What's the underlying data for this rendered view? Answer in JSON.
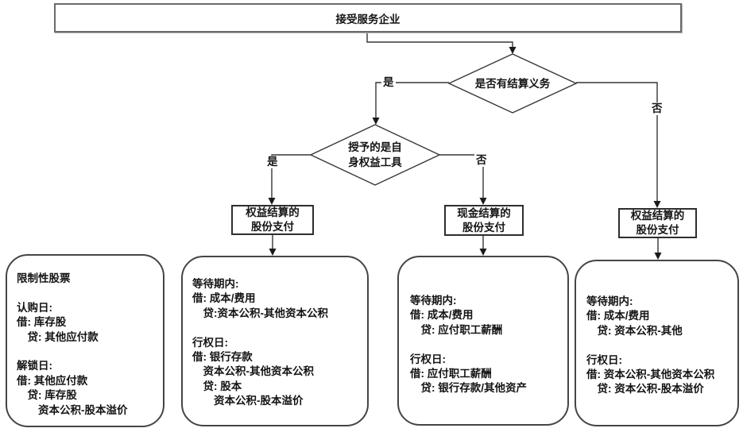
{
  "nodes": {
    "root": "接受服务企业",
    "decision1": "是否有结算义务",
    "decision2_line1": "授予的是自",
    "decision2_line2": "身权益工具",
    "box_equity_left": {
      "line1": "权益结算的",
      "line2": "股份支付"
    },
    "box_cash": {
      "line1": "现金结算的",
      "line2": "股份支付"
    },
    "box_equity_right": {
      "line1": "权益结算的",
      "line2": "股份支付"
    }
  },
  "edge_labels": {
    "yes1": "是",
    "no1": "否",
    "yes2": "是",
    "no2": "否"
  },
  "cards": {
    "restricted_stock": {
      "lines": [
        "限制性股票",
        "",
        "认购日:",
        "借: 库存股",
        "　贷: 其他应付款",
        "",
        "解锁日:",
        "借: 其他应付款",
        "　贷: 库存股",
        "　　资本公积-股本溢价"
      ]
    },
    "equity_settled": {
      "lines": [
        "等待期内:",
        "借: 成本/费用",
        "　贷:资本公积-其他资本公积",
        "",
        "行权日:",
        "借: 银行存款",
        "　资本公积-其他资本公积",
        "　贷: 股本",
        "　　资本公积-股本溢价"
      ]
    },
    "cash_settled": {
      "lines": [
        "等待期内:",
        "借: 成本/费用",
        "　贷: 应付职工薪酬",
        "",
        "行权日:",
        "借: 应付职工薪酬",
        "　贷: 银行存款/其他资产"
      ]
    },
    "equity_settled_no_obligation": {
      "lines": [
        "等待期内:",
        "借: 成本/费用",
        "　贷: 资本公积-其他",
        "",
        "行权日:",
        "借: 资本公积-其他资本公积",
        "　贷: 资本公积-股本溢价"
      ]
    }
  },
  "colors": {
    "line": "#363636",
    "arrow": "#1a1a1a",
    "border": "#2e2e2e",
    "background": "#ffffff",
    "text": "#141414"
  }
}
